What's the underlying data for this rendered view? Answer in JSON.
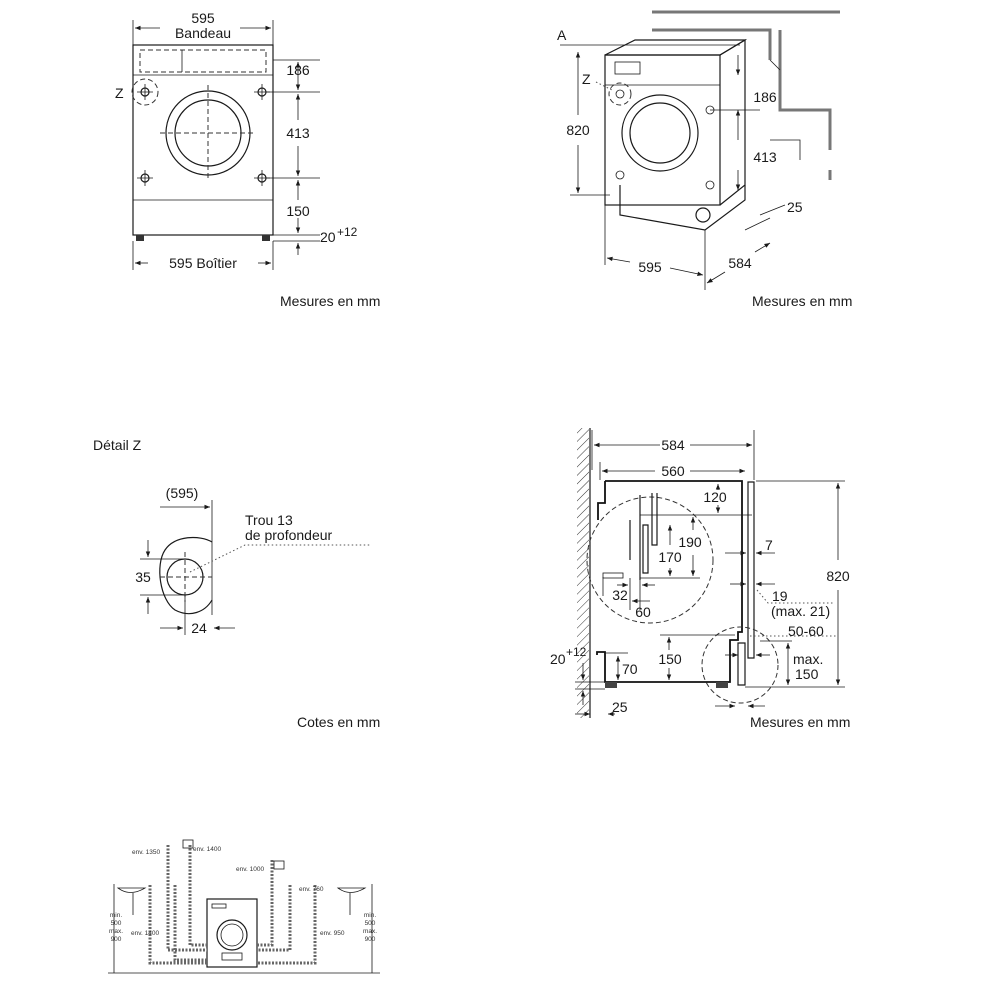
{
  "front_view": {
    "width_top": "595",
    "bandeau_label": "Bandeau",
    "dim_186": "186",
    "dim_413": "413",
    "dim_150": "150",
    "dim_20": "20",
    "dim_20_sup": "+12",
    "width_bottom": "595 Boîtier",
    "detail_marker": "Z",
    "units": "Mesures en mm"
  },
  "iso_view": {
    "label_a": "A",
    "detail_marker": "Z",
    "height": "820",
    "dim_186": "186",
    "dim_413": "413",
    "dim_25": "25",
    "width": "595",
    "depth": "584",
    "units": "Mesures en mm"
  },
  "detail_z": {
    "title": "Détail Z",
    "dim_595": "(595)",
    "hole_line1": "Trou 13",
    "hole_line2": "de profondeur",
    "dim_35": "35",
    "dim_24": "24",
    "units": "Cotes en mm"
  },
  "side_view": {
    "dim_584": "584",
    "dim_560": "560",
    "dim_120": "120",
    "dim_190": "190",
    "dim_170": "170",
    "dim_7": "7",
    "dim_820": "820",
    "dim_19": "19",
    "dim_max21": "(max. 21)",
    "dim_50_60": "50-60",
    "dim_max": "max.",
    "dim_max150": "150",
    "dim_150": "150",
    "dim_70": "70",
    "dim_20": "20",
    "dim_20_sup": "+12",
    "dim_32": "32",
    "dim_60": "60",
    "dim_25": "25",
    "units": "Mesures en mm"
  },
  "installation": {
    "env_1350": "env. 1350",
    "env_1400_top": "env. 1400",
    "env_1000": "env. 1000",
    "env_760": "env. 760",
    "env_1400_left": "env. 1400",
    "env_950": "env. 950",
    "left_min": "min.",
    "left_500": "500",
    "left_max": "max.",
    "left_900": "900",
    "right_min": "min.",
    "right_500": "500",
    "right_max": "max.",
    "right_900": "900"
  }
}
